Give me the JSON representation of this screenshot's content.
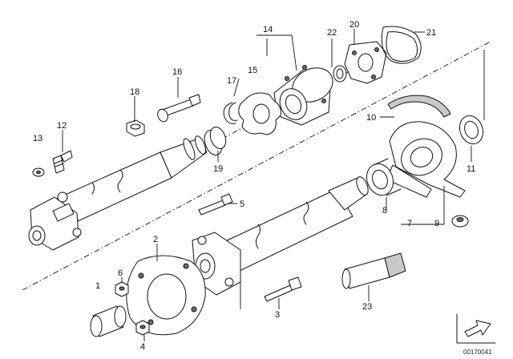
{
  "labels": {
    "l1": "1",
    "l2": "2",
    "l3": "3",
    "l4": "4",
    "l5": "5",
    "l6": "6",
    "l7": "7",
    "l8": "8",
    "l9": "9",
    "l10": "10",
    "l11": "11",
    "l12": "12",
    "l13": "13",
    "l14": "14",
    "l15": "15",
    "l16": "16",
    "l17": "17",
    "l18": "18",
    "l19": "19",
    "l20": "20",
    "l21": "21",
    "l22": "22",
    "l23": "23"
  },
  "doc_number": "00170041",
  "icons": {
    "direction": "front-direction-arrow-icon"
  }
}
